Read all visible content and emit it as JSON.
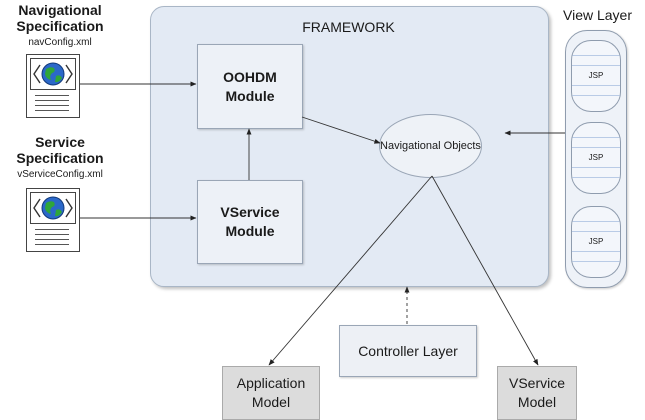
{
  "framework": {
    "title": "FRAMEWORK"
  },
  "modules": {
    "oohdm": "OOHDM Module",
    "vservice": "VService Module",
    "navigational_objects": "Navigational Objects"
  },
  "specs": {
    "navigational": {
      "title": "Navigational Specification",
      "file": "navConfig.xml"
    },
    "service": {
      "title": "Service Specification",
      "file": "vServiceConfig.xml"
    }
  },
  "view_layer": {
    "title": "View Layer",
    "items": [
      "JSP",
      "JSP",
      "JSP"
    ]
  },
  "controller_layer": "Controller Layer",
  "models": {
    "application": "Application Model",
    "vservice": "VService Model"
  },
  "icons": [
    "document-icon",
    "globe-icon"
  ]
}
